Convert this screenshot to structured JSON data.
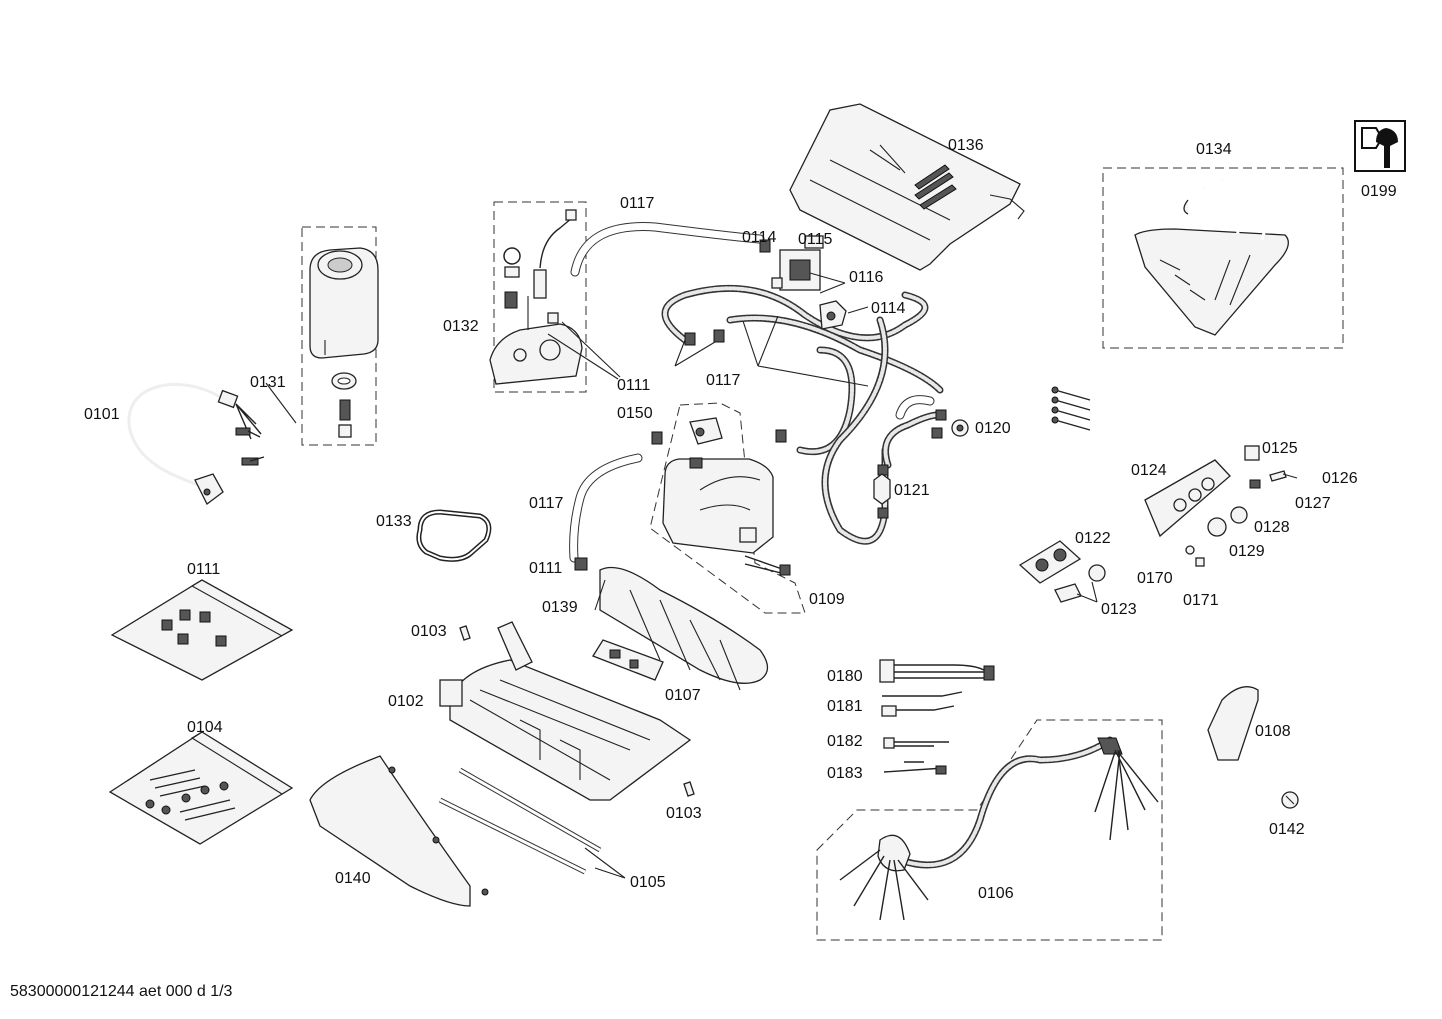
{
  "diagram": {
    "labels": {
      "p0101": "0101",
      "p0102": "0102",
      "p0103a": "0103",
      "p0103b": "0103",
      "p0104": "0104",
      "p0105": "0105",
      "p0106": "0106",
      "p0107": "0107",
      "p0108": "0108",
      "p0109": "0109",
      "p0111a": "0111",
      "p0111b": "0111",
      "p0111c": "0111",
      "p0114a": "0114",
      "p0114b": "0114",
      "p0115": "0115",
      "p0116": "0116",
      "p0117a": "0117",
      "p0117b": "0117",
      "p0117c": "0117",
      "p0120": "0120",
      "p0121": "0121",
      "p0122": "0122",
      "p0123": "0123",
      "p0124": "0124",
      "p0125": "0125",
      "p0126": "0126",
      "p0127": "0127",
      "p0128": "0128",
      "p0129": "0129",
      "p0131": "0131",
      "p0132": "0132",
      "p0133": "0133",
      "p0134": "0134",
      "p0136": "0136",
      "p0139": "0139",
      "p0140": "0140",
      "p0142": "0142",
      "p0150": "0150",
      "p0170": "0170",
      "p0171": "0171",
      "p0180": "0180",
      "p0181": "0181",
      "p0182": "0182",
      "p0183": "0183",
      "p0199": "0199"
    },
    "document_id": "58300000121244 aet 000 d 1/3"
  }
}
